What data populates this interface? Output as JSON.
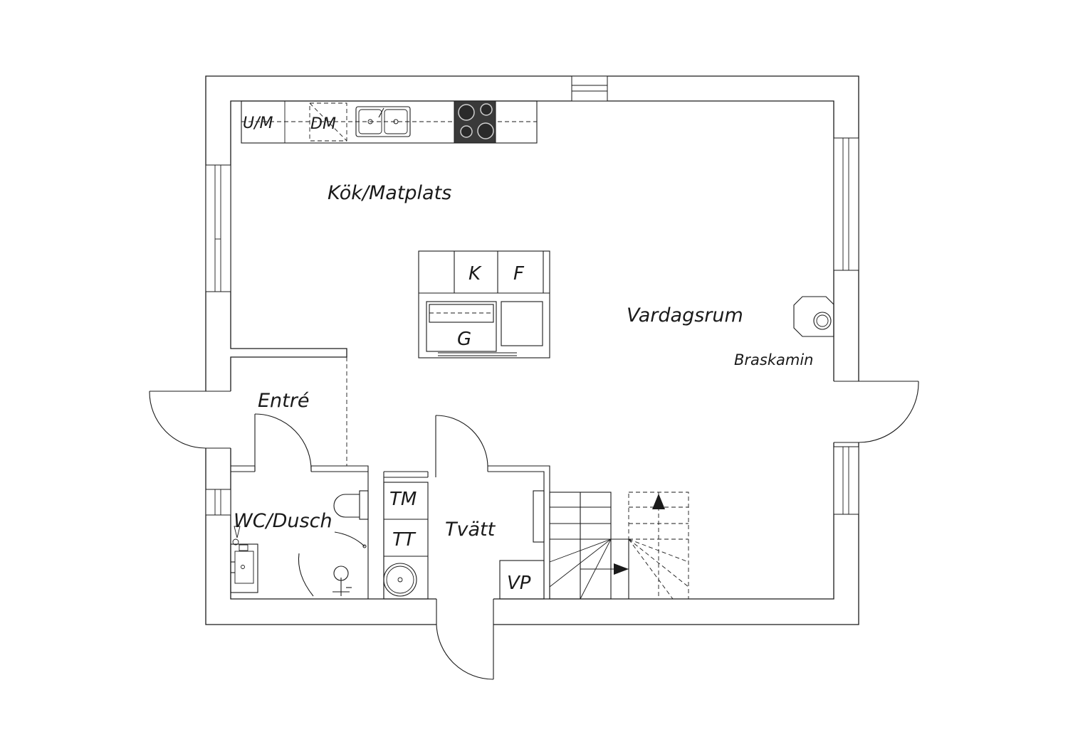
{
  "rooms": {
    "kitchen": "Kök/Matplats",
    "living": "Vardagsrum",
    "entry": "Entré",
    "wc": "WC/Dusch",
    "laundry": "Tvätt"
  },
  "fixtures": {
    "um": "U/M",
    "dm": "DM",
    "k": "K",
    "f": "F",
    "g": "G",
    "tm": "TM",
    "tt": "TT",
    "vp": "VP",
    "braskamin": "Braskamin"
  }
}
